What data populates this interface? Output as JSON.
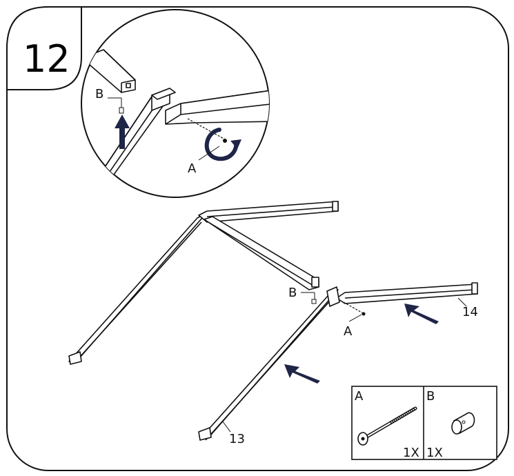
{
  "step": {
    "number": "12"
  },
  "detail": {
    "label_a": "A",
    "label_b": "B"
  },
  "assembly": {
    "label_a": "A",
    "label_b": "B",
    "part_13": "13",
    "part_14": "14"
  },
  "parts_box": {
    "a": {
      "letter": "A",
      "qty": "1X"
    },
    "b": {
      "letter": "B",
      "qty": "1X"
    }
  },
  "colors": {
    "line": "#111111",
    "arrow": "#1f2547",
    "background": "#ffffff"
  }
}
